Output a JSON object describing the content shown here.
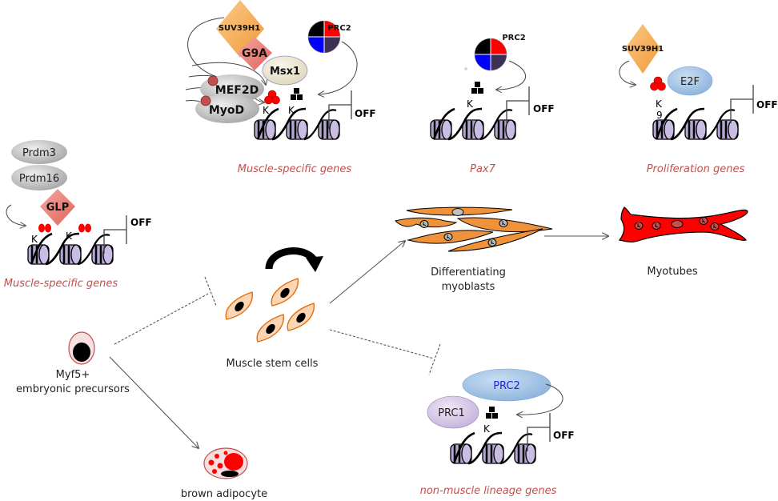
{
  "figure": {
    "panels": {
      "top_left": {
        "gene_label": "Muscle-specific genes",
        "proteins": [
          "SUV39H1",
          "G9A",
          "Msx1",
          "MEF2D",
          "MyoD"
        ],
        "complex": "PRC2",
        "lysine_labels": [
          "K",
          "K"
        ],
        "status": "OFF"
      },
      "top_middle": {
        "gene_label": "Pax7",
        "complex": "PRC2",
        "lysine_label": "K",
        "status": "OFF"
      },
      "top_right": {
        "gene_label": "Proliferation genes",
        "proteins": [
          "SUV39H1",
          "E2F"
        ],
        "lysine_label": "K",
        "lysine_number": "9",
        "status": "OFF"
      },
      "left": {
        "gene_label": "Muscle-specific genes",
        "proteins": [
          "Prdm3",
          "Prdm16",
          "GLP"
        ],
        "lysine_labels": [
          "K",
          "K"
        ],
        "status": "OFF"
      },
      "bottom": {
        "gene_label": "non-muscle lineage genes",
        "proteins": [
          "PRC2",
          "PRC1"
        ],
        "lysine_label": "K",
        "status": "OFF"
      }
    },
    "cells": {
      "precursor_line1": "Myf5+",
      "precursor_line2": "embryonic precursors",
      "stem": "Muscle stem cells",
      "myoblasts_line1": "Differentiating",
      "myoblasts_line2": "myoblasts",
      "myotubes": "Myotubes",
      "adipocyte": "brown adipocyte"
    },
    "colors": {
      "gene_label": "#c0504d",
      "nucleosome": "#b4a7d6",
      "methyl_red": "#ff0000",
      "orange_diamond": "#f6a94a",
      "pink_diamond": "#e8746e",
      "stem_cell_fill": "#fcd5b5",
      "stem_cell_stroke": "#e46c0a",
      "myoblast": "#f0923a",
      "myotube": "#ff0000",
      "prc2_blue": "#9dc3e6",
      "prc1_lilac": "#d9c9e8"
    }
  }
}
